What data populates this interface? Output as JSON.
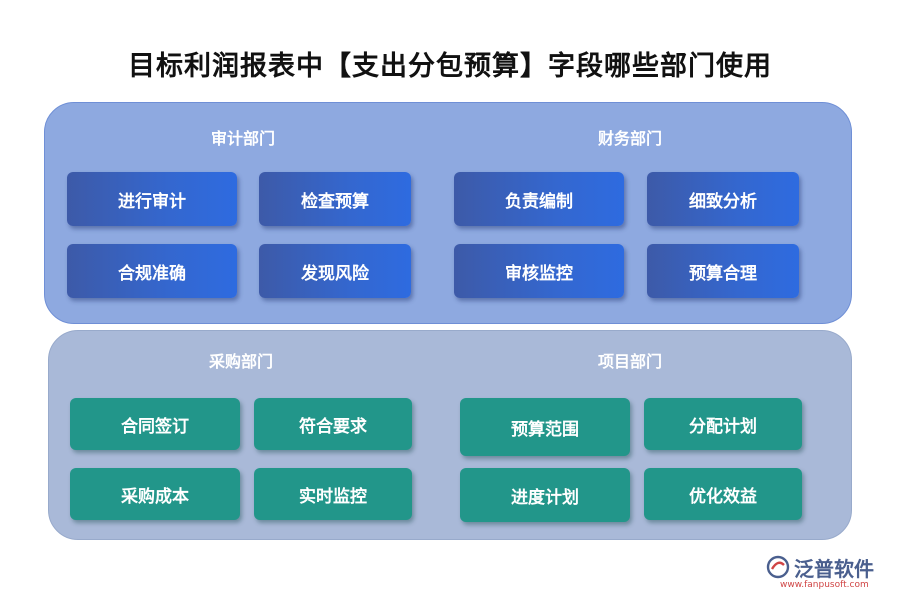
{
  "title": "目标利润报表中【支出分包预算】字段哪些部门使用",
  "top_panel": {
    "audit": {
      "label": "审计部门",
      "items": [
        "进行审计",
        "检查预算",
        "合规准确",
        "发现风险"
      ]
    },
    "finance": {
      "label": "财务部门",
      "items": [
        "负责编制",
        "细致分析",
        "审核监控",
        "预算合理"
      ]
    }
  },
  "bottom_panel": {
    "purchase": {
      "label": "采购部门",
      "items": [
        "合同签订",
        "符合要求",
        "采购成本",
        "实时监控"
      ]
    },
    "project": {
      "label": "项目部门",
      "items": [
        "预算范围",
        "分配计划",
        "进度计划",
        "优化效益"
      ]
    }
  },
  "logo": {
    "name": "泛普软件",
    "url": "www.fanpusoft.com",
    "icon": "fanpu-logo-icon"
  },
  "colors": {
    "top_panel": "#8ea9e0",
    "bottom_panel": "#a9b9d8",
    "blue_tag": "#3467cf",
    "teal_tag": "#22968a"
  }
}
